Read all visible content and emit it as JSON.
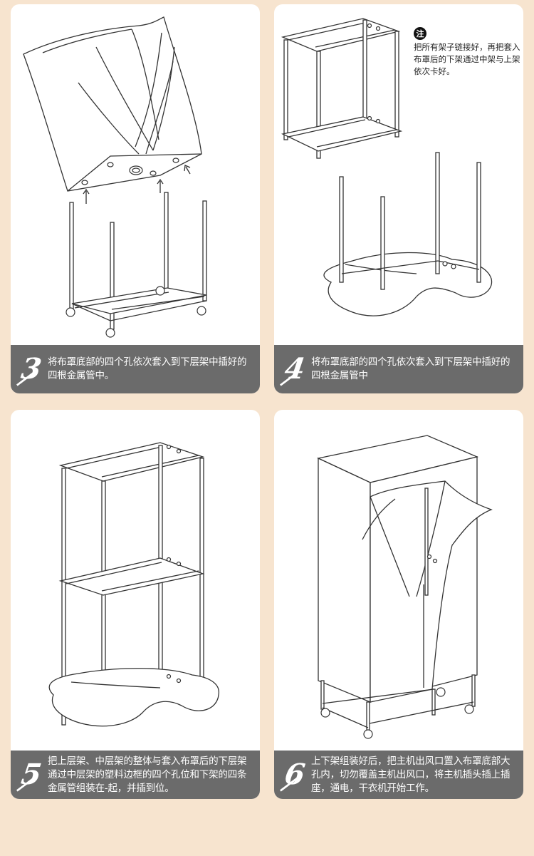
{
  "steps": [
    {
      "number": "3",
      "text": "将布罩底部的四个孔依次套入到下层架中插好的四根金属管中。"
    },
    {
      "number": "4",
      "text": "将布罩底部的四个孔依次套入到下层架中插好的四根金属管中"
    },
    {
      "number": "5",
      "text": "把上层架、中层架的整体与套入布罩后的下层架通过中层架的塑料边框的四个孔位和下架的四条金属管组装在-起，并插到位。"
    },
    {
      "number": "6",
      "text": "上下架组装好后，把主机出风口置入布罩底部大孔内，切勿覆盖主机出风口，将主机插头插上插座，通电，干衣机开始工作。"
    }
  ],
  "note": {
    "badge": "注",
    "text": "把所有架子链接好，再把套入布罩后的下架通过中架与上架依次卡好。"
  }
}
